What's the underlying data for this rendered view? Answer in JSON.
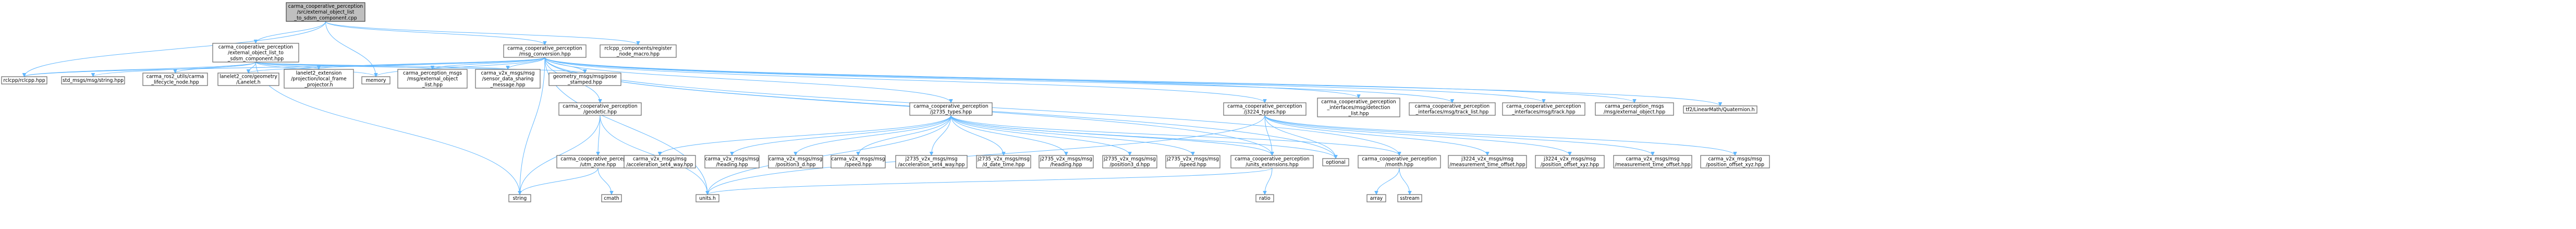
{
  "diagram": {
    "colors": {
      "node_fill": "#ffffff",
      "node_border": "#666666",
      "root_fill": "#bfbfbf",
      "edge": "#63b8ff",
      "text": "#000000",
      "background": "#ffffff"
    },
    "nodes": [
      {
        "id": "root",
        "root": true,
        "lines": [
          "carma_cooperative_perception",
          "/src/external_object_list",
          "_to_sdsm_component.cpp"
        ]
      },
      {
        "id": "eol_hpp",
        "lines": [
          "carma_cooperative_perception",
          "/external_object_list_to",
          "_sdsm_component.hpp"
        ]
      },
      {
        "id": "msg_conv",
        "lines": [
          "carma_cooperative_perception",
          "/msg_conversion.hpp"
        ]
      },
      {
        "id": "register_node",
        "lines": [
          "rclcpp_components/register",
          "_node_macro.hpp"
        ]
      },
      {
        "id": "rclcpp",
        "lines": [
          "rclcpp/rclcpp.hpp"
        ]
      },
      {
        "id": "std_string",
        "lines": [
          "std_msgs/msg/string.hpp"
        ]
      },
      {
        "id": "carma_ros2_utils",
        "lines": [
          "carma_ros2_utils/carma",
          "_lifecycle_node.hpp"
        ]
      },
      {
        "id": "lanelet_core",
        "lines": [
          "lanelet2_core/geometry",
          "/Lanelet.h"
        ]
      },
      {
        "id": "lanelet_ext",
        "lines": [
          "lanelet2_extension",
          "/projection/local_frame",
          "_projector.h"
        ]
      },
      {
        "id": "memory",
        "lines": [
          "memory"
        ]
      },
      {
        "id": "cp_ext_obj_list",
        "lines": [
          "carma_perception_msgs",
          "/msg/external_object",
          "_list.hpp"
        ]
      },
      {
        "id": "v2x_sensor_sharing",
        "lines": [
          "carma_v2x_msgs/msg",
          "/sensor_data_sharing",
          "_message.hpp"
        ]
      },
      {
        "id": "pose_stamped",
        "lines": [
          "geometry_msgs/msg/pose",
          "_stamped.hpp"
        ]
      },
      {
        "id": "geodetic",
        "lines": [
          "carma_cooperative_perception",
          "/geodetic.hpp"
        ]
      },
      {
        "id": "j2735",
        "lines": [
          "carma_cooperative_perception",
          "/j2735_types.hpp"
        ]
      },
      {
        "id": "j3224",
        "lines": [
          "carma_cooperative_perception",
          "/j3224_types.hpp"
        ]
      },
      {
        "id": "iface_detection",
        "lines": [
          "carma_cooperative_perception",
          "_interfaces/msg/detection",
          "_list.hpp"
        ]
      },
      {
        "id": "iface_track_list",
        "lines": [
          "carma_cooperative_perception",
          "_interfaces/msg/track_list.hpp"
        ]
      },
      {
        "id": "iface_track",
        "lines": [
          "carma_cooperative_perception",
          "_interfaces/msg/track.hpp"
        ]
      },
      {
        "id": "cp_ext_obj",
        "lines": [
          "carma_perception_msgs",
          "/msg/external_object.hpp"
        ]
      },
      {
        "id": "quaternion",
        "lines": [
          "tf2/LinearMath/Quaternion.h"
        ]
      },
      {
        "id": "utm_zone",
        "lines": [
          "carma_cooperative_perception",
          "/utm_zone.hpp"
        ]
      },
      {
        "id": "string",
        "lines": [
          "string"
        ]
      },
      {
        "id": "cmath",
        "lines": [
          "cmath"
        ]
      },
      {
        "id": "units",
        "lines": [
          "units.h"
        ]
      },
      {
        "id": "accel_yaw",
        "lines": [
          "carma_v2x_msgs/msg",
          "/acceleration_set4_way.hpp"
        ]
      },
      {
        "id": "heading",
        "lines": [
          "carma_v2x_msgs/msg",
          "/heading.hpp"
        ]
      },
      {
        "id": "pos3d",
        "lines": [
          "carma_v2x_msgs/msg",
          "/position3_d.hpp"
        ]
      },
      {
        "id": "speed",
        "lines": [
          "carma_v2x_msgs/msg",
          "/speed.hpp"
        ]
      },
      {
        "id": "j2735_accel",
        "lines": [
          "j2735_v2x_msgs/msg",
          "/acceleration_set4_way.hpp"
        ]
      },
      {
        "id": "j2735_ddt",
        "lines": [
          "j2735_v2x_msgs/msg",
          "/d_date_time.hpp"
        ]
      },
      {
        "id": "j2735_heading",
        "lines": [
          "j2735_v2x_msgs/msg",
          "/heading.hpp"
        ]
      },
      {
        "id": "j2735_pos3d",
        "lines": [
          "j2735_v2x_msgs/msg",
          "/position3_d.hpp"
        ]
      },
      {
        "id": "j2735_speed",
        "lines": [
          "j2735_v2x_msgs/msg",
          "/speed.hpp"
        ]
      },
      {
        "id": "units_ext",
        "lines": [
          "carma_cooperative_perception",
          "/units_extensions.hpp"
        ]
      },
      {
        "id": "optional",
        "lines": [
          "optional"
        ]
      },
      {
        "id": "month",
        "lines": [
          "carma_cooperative_perception",
          "/month.hpp"
        ]
      },
      {
        "id": "j3224_mtoff",
        "lines": [
          "j3224_v2x_msgs/msg",
          "/measurement_time_offset.hpp"
        ]
      },
      {
        "id": "j3224_posoff",
        "lines": [
          "j3224_v2x_msgs/msg",
          "/position_offset_xyz.hpp"
        ]
      },
      {
        "id": "v2x_mtoff",
        "lines": [
          "carma_v2x_msgs/msg",
          "/measurement_time_offset.hpp"
        ]
      },
      {
        "id": "v2x_posoff",
        "lines": [
          "carma_v2x_msgs/msg",
          "/position_offset_xyz.hpp"
        ]
      },
      {
        "id": "ratio",
        "lines": [
          "ratio"
        ]
      },
      {
        "id": "array",
        "lines": [
          "array"
        ]
      },
      {
        "id": "sstream",
        "lines": [
          "sstream"
        ]
      }
    ],
    "edges": [
      [
        "root",
        "eol_hpp"
      ],
      [
        "root",
        "msg_conv"
      ],
      [
        "root",
        "register_node"
      ],
      [
        "root",
        "rclcpp"
      ],
      [
        "root",
        "memory"
      ],
      [
        "eol_hpp",
        "rclcpp"
      ],
      [
        "eol_hpp",
        "std_string"
      ],
      [
        "eol_hpp",
        "carma_ros2_utils"
      ],
      [
        "eol_hpp",
        "lanelet_core"
      ],
      [
        "eol_hpp",
        "lanelet_ext"
      ],
      [
        "eol_hpp",
        "memory"
      ],
      [
        "eol_hpp",
        "cp_ext_obj_list"
      ],
      [
        "eol_hpp",
        "v2x_sensor_sharing"
      ],
      [
        "eol_hpp",
        "pose_stamped"
      ],
      [
        "eol_hpp",
        "string"
      ],
      [
        "msg_conv",
        "rclcpp"
      ],
      [
        "msg_conv",
        "lanelet_core"
      ],
      [
        "msg_conv",
        "lanelet_ext"
      ],
      [
        "msg_conv",
        "memory"
      ],
      [
        "msg_conv",
        "cp_ext_obj_list"
      ],
      [
        "msg_conv",
        "v2x_sensor_sharing"
      ],
      [
        "msg_conv",
        "pose_stamped"
      ],
      [
        "msg_conv",
        "geodetic"
      ],
      [
        "msg_conv",
        "j2735"
      ],
      [
        "msg_conv",
        "j3224"
      ],
      [
        "msg_conv",
        "iface_detection"
      ],
      [
        "msg_conv",
        "iface_track_list"
      ],
      [
        "msg_conv",
        "iface_track"
      ],
      [
        "msg_conv",
        "cp_ext_obj"
      ],
      [
        "msg_conv",
        "quaternion"
      ],
      [
        "msg_conv",
        "string"
      ],
      [
        "msg_conv",
        "units"
      ],
      [
        "msg_conv",
        "units_ext"
      ],
      [
        "msg_conv",
        "optional"
      ],
      [
        "msg_conv",
        "month"
      ],
      [
        "geodetic",
        "utm_zone"
      ],
      [
        "geodetic",
        "units"
      ],
      [
        "geodetic",
        "string"
      ],
      [
        "utm_zone",
        "string"
      ],
      [
        "utm_zone",
        "cmath"
      ],
      [
        "j2735",
        "accel_yaw"
      ],
      [
        "j2735",
        "heading"
      ],
      [
        "j2735",
        "pos3d"
      ],
      [
        "j2735",
        "speed"
      ],
      [
        "j2735",
        "j2735_accel"
      ],
      [
        "j2735",
        "j2735_ddt"
      ],
      [
        "j2735",
        "j2735_heading"
      ],
      [
        "j2735",
        "j2735_pos3d"
      ],
      [
        "j2735",
        "j2735_speed"
      ],
      [
        "j2735",
        "units_ext"
      ],
      [
        "j2735",
        "optional"
      ],
      [
        "j2735",
        "month"
      ],
      [
        "j2735",
        "units"
      ],
      [
        "j3224",
        "j3224_mtoff"
      ],
      [
        "j3224",
        "j3224_posoff"
      ],
      [
        "j3224",
        "v2x_mtoff"
      ],
      [
        "j3224",
        "v2x_posoff"
      ],
      [
        "j3224",
        "units"
      ],
      [
        "j3224",
        "optional"
      ],
      [
        "j3224",
        "units_ext"
      ],
      [
        "units_ext",
        "units"
      ],
      [
        "units_ext",
        "ratio"
      ],
      [
        "month",
        "array"
      ],
      [
        "month",
        "sstream"
      ]
    ]
  }
}
